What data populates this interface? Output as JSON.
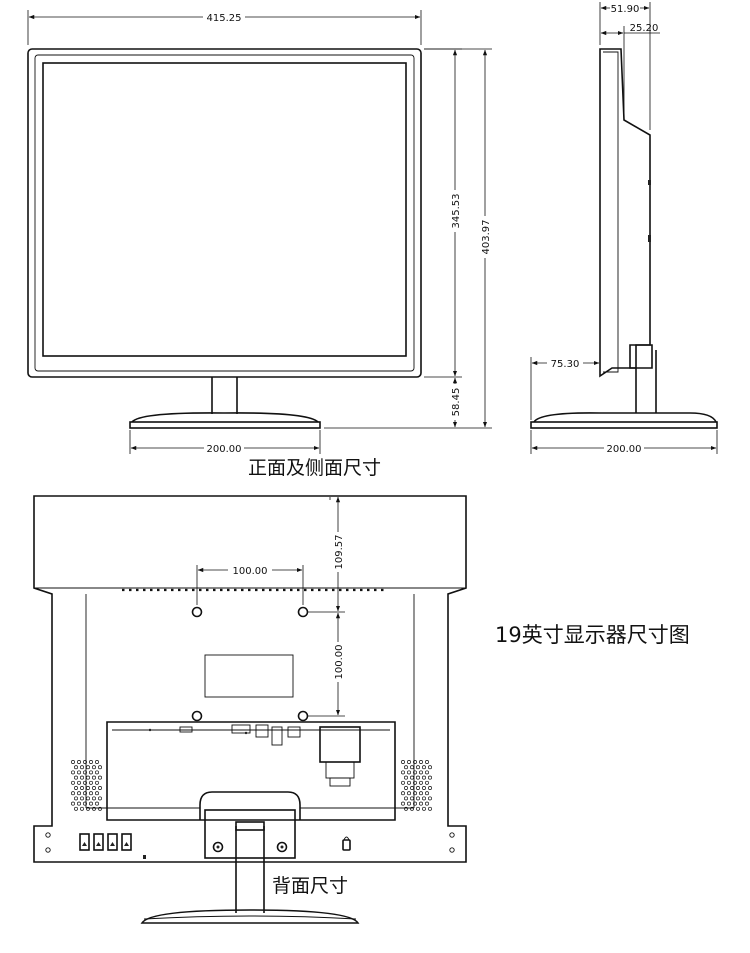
{
  "dimensions": {
    "front_width": "415.25",
    "front_height_screen": "345.53",
    "front_height_total": "403.97",
    "front_stand_height": "58.45",
    "front_base_width": "200.00",
    "side_depth_total": "51.90",
    "side_depth_panel": "25.20",
    "side_stand_offset": "75.30",
    "side_base_width": "200.00",
    "back_vesa_horizontal": "100.00",
    "back_vesa_vertical": "100.00",
    "back_top_to_vesa": "109.57"
  },
  "captions": {
    "front_side": "正面及侧面尺寸",
    "back": "背面尺寸",
    "title": "19英寸显示器尺寸图"
  }
}
